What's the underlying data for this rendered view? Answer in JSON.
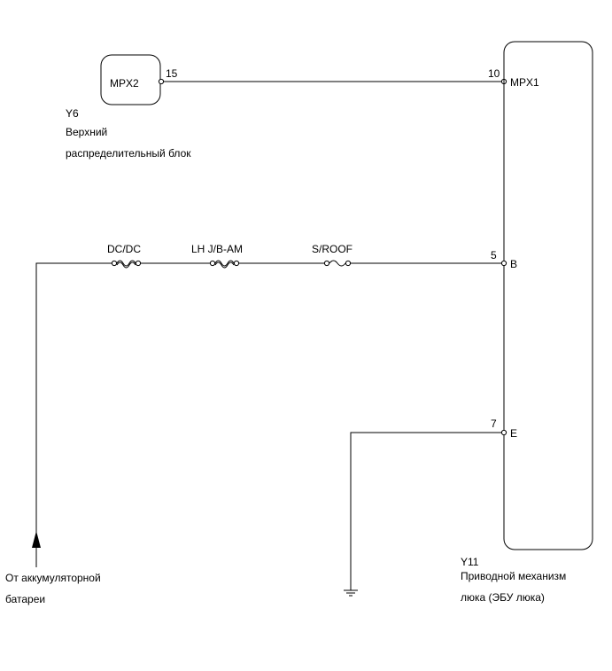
{
  "top_block": {
    "connector_label": "MPX2",
    "code": "Y6",
    "name_line1": "Верхний",
    "name_line2": "распределительный блок"
  },
  "ecu": {
    "code": "Y11",
    "name_line1": "Приводной механизм",
    "name_line2": "люка (ЭБУ люка)"
  },
  "pins": {
    "top_block_pin": "15",
    "mpx1_num": "10",
    "mpx1_label": "MPX1",
    "b_num": "5",
    "b_label": "B",
    "e_num": "7",
    "e_label": "E"
  },
  "fuses": [
    "DC/DC",
    "LH J/B-AM",
    "S/ROOF"
  ],
  "battery": {
    "line1": "От аккумуляторной",
    "line2": "батареи"
  }
}
